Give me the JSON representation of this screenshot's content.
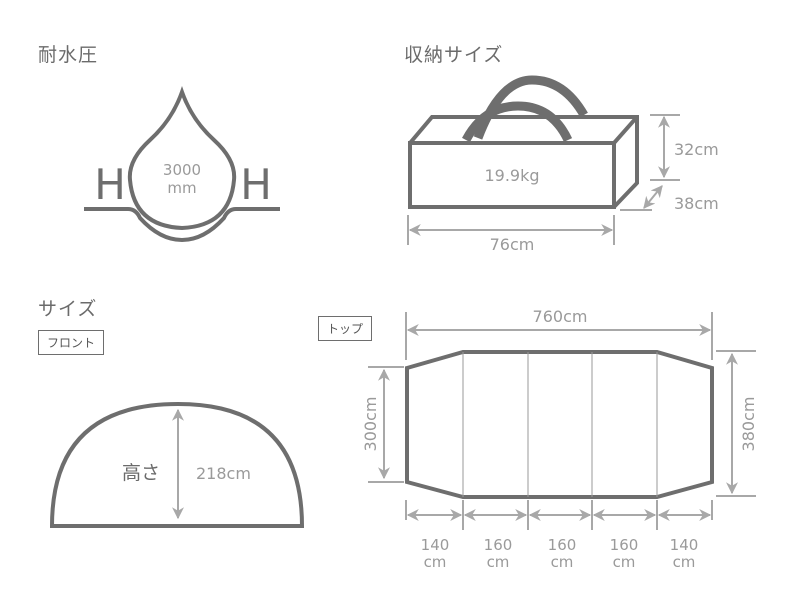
{
  "colors": {
    "outline": "#6e6e6e",
    "dimension": "#a8a8a8",
    "text_dark": "#6b6b6b",
    "text_light": "#9a9a9a",
    "background": "#ffffff"
  },
  "water_pressure": {
    "heading": "耐水圧",
    "value": "3000",
    "unit": "mm",
    "left_letter": "H",
    "right_letter": "H",
    "icon": "water-drop-icon"
  },
  "storage": {
    "heading": "収納サイズ",
    "weight": "19.9kg",
    "height": "32cm",
    "depth": "38cm",
    "width": "76cm",
    "icon": "carry-bag-icon"
  },
  "size": {
    "heading": "サイズ",
    "front": {
      "tag": "フロント",
      "height_label": "高さ",
      "height_value": "218cm"
    },
    "top": {
      "tag": "トップ",
      "total_length": "760cm",
      "end_width": "300cm",
      "mid_width": "380cm",
      "segments": [
        {
          "value": "140",
          "unit": "cm"
        },
        {
          "value": "160",
          "unit": "cm"
        },
        {
          "value": "160",
          "unit": "cm"
        },
        {
          "value": "160",
          "unit": "cm"
        },
        {
          "value": "140",
          "unit": "cm"
        }
      ]
    }
  }
}
